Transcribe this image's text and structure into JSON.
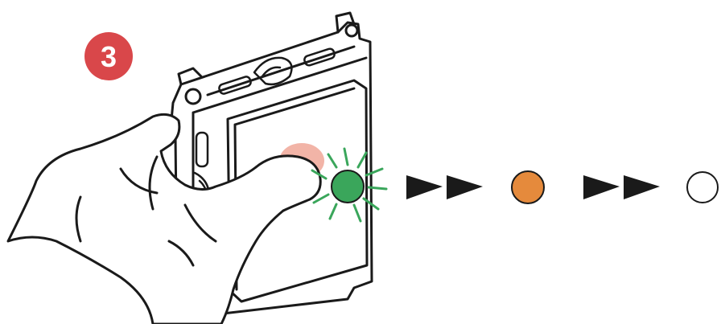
{
  "step": {
    "number": "3",
    "badge_color": "#d9474a"
  },
  "device": {
    "outline_color": "#1a1a1a",
    "fill_color": "#ffffff"
  },
  "hand": {
    "outline_color": "#1a1a1a",
    "fingertip_pressure_color": "#f2b4a7"
  },
  "led_sequence": [
    {
      "state": "green",
      "color": "#3aa65b",
      "blinking": true,
      "icon": "led-blinking-green-icon"
    },
    {
      "state": "orange",
      "color": "#e58a3c",
      "blinking": false,
      "icon": "led-orange-icon"
    },
    {
      "state": "off",
      "color": "#ffffff",
      "blinking": false,
      "icon": "led-off-icon"
    }
  ],
  "arrows": [
    {
      "icon": "arrow-right-icon",
      "color": "#1a1a1a"
    },
    {
      "icon": "arrow-right-icon",
      "color": "#1a1a1a"
    }
  ]
}
